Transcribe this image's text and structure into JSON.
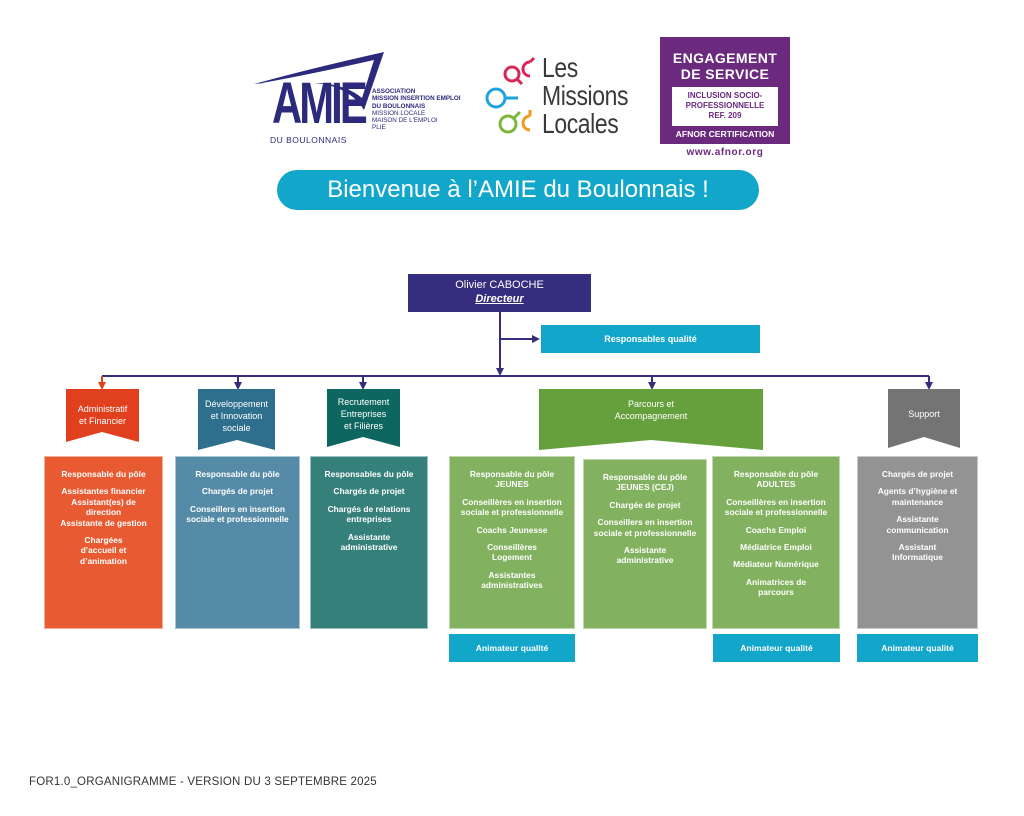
{
  "logos": {
    "amie": {
      "wordmark": "AMIE",
      "subtitle": "DU BOULONNAIS",
      "lines_bold": [
        "ASSOCIATION",
        "MISSION INSERTION EMPLOI",
        "DU BOULONNAIS"
      ],
      "lines_regular": [
        "MISSION LOCALE",
        "MAISON DE L'EMPLOI",
        "PLIE"
      ],
      "color": "#2c2a7c"
    },
    "missions_locales": {
      "lines": [
        "Les",
        "Missions",
        "Locales"
      ]
    },
    "afnor": {
      "title_line1": "ENGAGEMENT",
      "title_line2": "DE SERVICE",
      "inner_line1": "INCLUSION SOCIO-",
      "inner_line2": "PROFESSIONNELLE",
      "inner_line3": "REF. 209",
      "certification": "AFNOR CERTIFICATION",
      "url": "www.afnor.org",
      "color": "#6b2a7e"
    }
  },
  "welcome": "Bienvenue à l’AMIE du Boulonnais !",
  "director": {
    "name": "Olivier CABOCHE",
    "role": "Directeur"
  },
  "quality_managers": "Responsables qualité",
  "poles": [
    {
      "id": "admin",
      "banner": [
        "Administratif",
        "et Financier"
      ],
      "color": "#e0401d",
      "card_color": "#e85a32",
      "items": [
        "Responsable du pôle",
        "Assistantes financier\nAssistant(es) de\ndirection\nAssistante de gestion",
        "Chargées\nd’accueil et\nd’animation"
      ]
    },
    {
      "id": "dev",
      "banner": [
        "Développement",
        "et Innovation",
        "sociale"
      ],
      "color": "#2e6f8e",
      "card_color": "#568ba8",
      "items": [
        "Responsable du pôle",
        "Chargés de projet",
        "Conseillers en insertion\nsociale et professionnelle"
      ]
    },
    {
      "id": "recrut",
      "banner": [
        "Recrutement",
        "Entreprises",
        "et Filières"
      ],
      "color": "#0d6660",
      "card_color": "#36807b",
      "items": [
        "Responsables du pôle",
        "Chargés de projet",
        "Chargés de relations\nentreprises",
        "Assistante\nadministrative"
      ]
    },
    {
      "id": "parcours",
      "banner": [
        "Parcours et",
        "Accompagnement"
      ],
      "color": "#65a03c",
      "card_color": "#82b15f",
      "sub_cards": [
        {
          "id": "jeunes",
          "items": [
            "Responsable du pôle\nJEUNES",
            "Conseillères en insertion\nsociale et professionnelle",
            "Coachs Jeunesse",
            "Conseillères\nLogement",
            "Assistantes\nadministratives"
          ],
          "quality": "Animateur qualité"
        },
        {
          "id": "cej",
          "items": [
            "Responsable du pôle\nJEUNES (CEJ)",
            "Chargée de projet",
            "Conseillers en insertion\nsociale et professionnelle",
            "Assistante\nadministrative"
          ],
          "quality": null
        },
        {
          "id": "adultes",
          "items": [
            "Responsable du pôle\nADULTES",
            "Conseillères en insertion\nsociale et professionnelle",
            "Coachs Emploi",
            "Médiatrice Emploi",
            "Médiateur Numérique",
            "Animatrices de\nparcours"
          ],
          "quality": "Animateur qualité"
        }
      ]
    },
    {
      "id": "support",
      "banner": [
        "Support"
      ],
      "color": "#747474",
      "card_color": "#939393",
      "items": [
        "Chargés de projet",
        "Agents d’hygiène et\nmaintenance",
        "Assistante\ncommunication",
        "Assistant\nInformatique"
      ],
      "quality": "Animateur qualité"
    }
  ],
  "colors": {
    "connector": "#352e7e",
    "connector_admin": "#e0401d",
    "quality": "#12a6cb"
  },
  "footer": "FOR1.0_ORGANIGRAMME - VERSION DU 3 SEPTEMBRE 2025"
}
